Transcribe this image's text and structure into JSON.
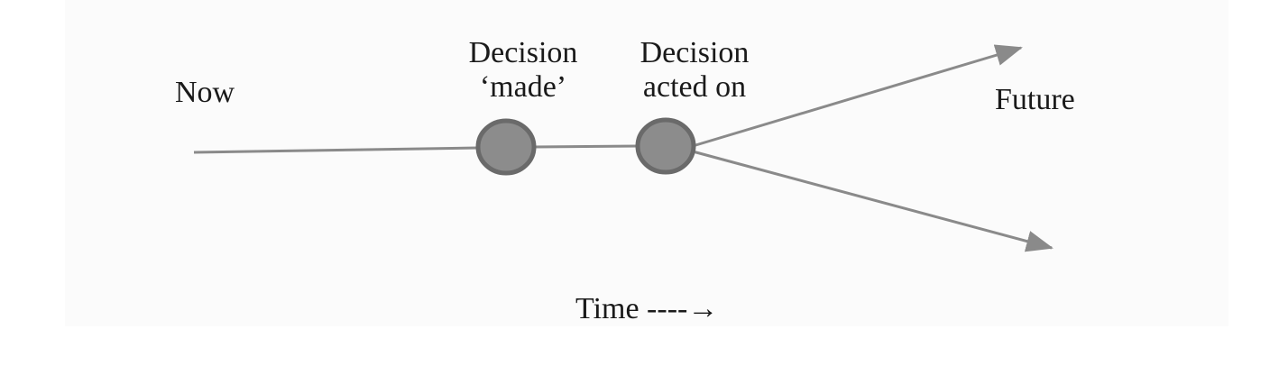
{
  "labels": {
    "now": "Now",
    "decision_made_line1": "Decision",
    "decision_made_line2": "‘made’",
    "decision_acted_line1": "Decision",
    "decision_acted_line2": "acted on",
    "future": "Future",
    "time_axis": "Time ----→"
  },
  "colors": {
    "line": "#8a8a8a",
    "node_fill": "#8c8c8c",
    "node_stroke": "#6a6a6a",
    "text": "#1a1a1a"
  }
}
